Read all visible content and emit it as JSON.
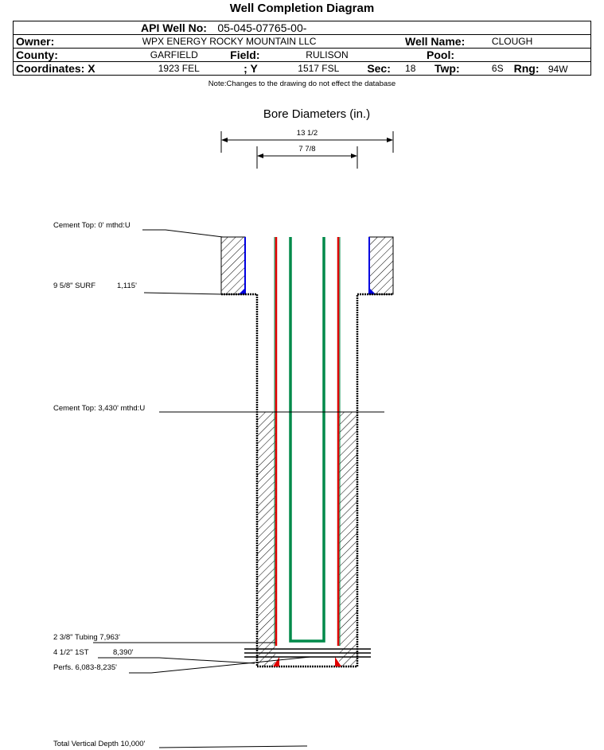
{
  "title": "Well Completion Diagram",
  "header": {
    "api_label": "API Well No:",
    "api_value": "05-045-07765-00-",
    "owner_label": "Owner:",
    "owner_value": "WPX ENERGY ROCKY MOUNTAIN LLC",
    "well_name_label": "Well Name:",
    "well_name_value": "CLOUGH",
    "county_label": "County:",
    "county_value": "GARFIELD",
    "field_label": "Field:",
    "field_value": "RULISON",
    "pool_label": "Pool:",
    "pool_value": "",
    "coord_x_label": "Coordinates: X",
    "coord_x_value": "1923 FEL",
    "coord_y_label": "; Y",
    "coord_y_value": "1517 FSL",
    "sec_label": "Sec:",
    "sec_value": "18",
    "twp_label": "Twp:",
    "twp_value": "6S",
    "rng_label": "Rng:",
    "rng_value": "94W"
  },
  "note": "Note:Changes to the drawing do not effect the database",
  "diagram": {
    "bore_title": "Bore Diameters (in.)",
    "bore_outer": "13 1/2",
    "bore_inner": "7 7/8",
    "labels": {
      "cement_top_1": "Cement Top: 0' mthd:U",
      "surf_casing": "9 5/8\" SURF",
      "surf_depth": "1,115'",
      "cement_top_2": "Cement Top: 3,430' mthd:U",
      "tubing": "2 3/8\" Tubing 7,963'",
      "prod_casing": "4 1/2\" 1ST",
      "prod_depth": "8,390'",
      "perfs": "Perfs. 6,083-8,235'",
      "tvd": "Total Vertical Depth 10,000'"
    },
    "colors": {
      "casing": "#e00000",
      "tubing": "#008a4a",
      "cement_seal": "#0000e0"
    }
  }
}
